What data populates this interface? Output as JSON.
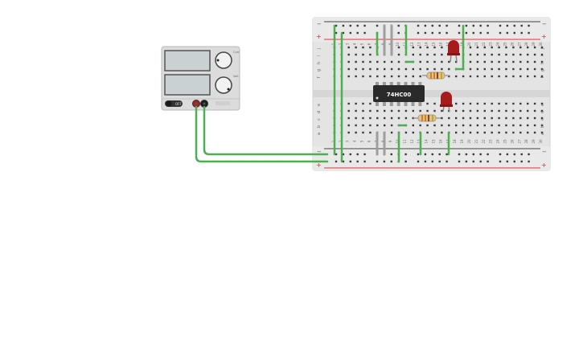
{
  "power_supply": {
    "display_top": "",
    "display_bottom": "",
    "switch_label": "OFF",
    "brand_label": "",
    "knob_current_label": "Curr",
    "knob_voltage_label": "Volt",
    "terminal_neg_color": "#b0201c",
    "terminal_pos_color": "#1e1e1e"
  },
  "breadboard": {
    "column_numbers": [
      "1",
      "2",
      "3",
      "4",
      "5",
      "6",
      "7",
      "8",
      "9",
      "10",
      "11",
      "12",
      "13",
      "14",
      "15",
      "16",
      "17",
      "18",
      "19",
      "20",
      "21",
      "22",
      "23",
      "24",
      "25",
      "26",
      "27",
      "28",
      "29",
      "30"
    ],
    "top_row_letters": [
      "j",
      "i",
      "h",
      "g",
      "f"
    ],
    "bottom_row_letters": [
      "e",
      "d",
      "c",
      "b",
      "a"
    ],
    "rail_minus": "−",
    "rail_plus": "+"
  },
  "chip": {
    "label": "74HC00",
    "color": "#2a2a2a"
  },
  "colors": {
    "wire_green": "#4caf50",
    "led_red": "#a61b1b",
    "rail_red_line": "#d23a3a",
    "rail_dark_line": "#444444",
    "board_bg": "#e4e4e4"
  }
}
